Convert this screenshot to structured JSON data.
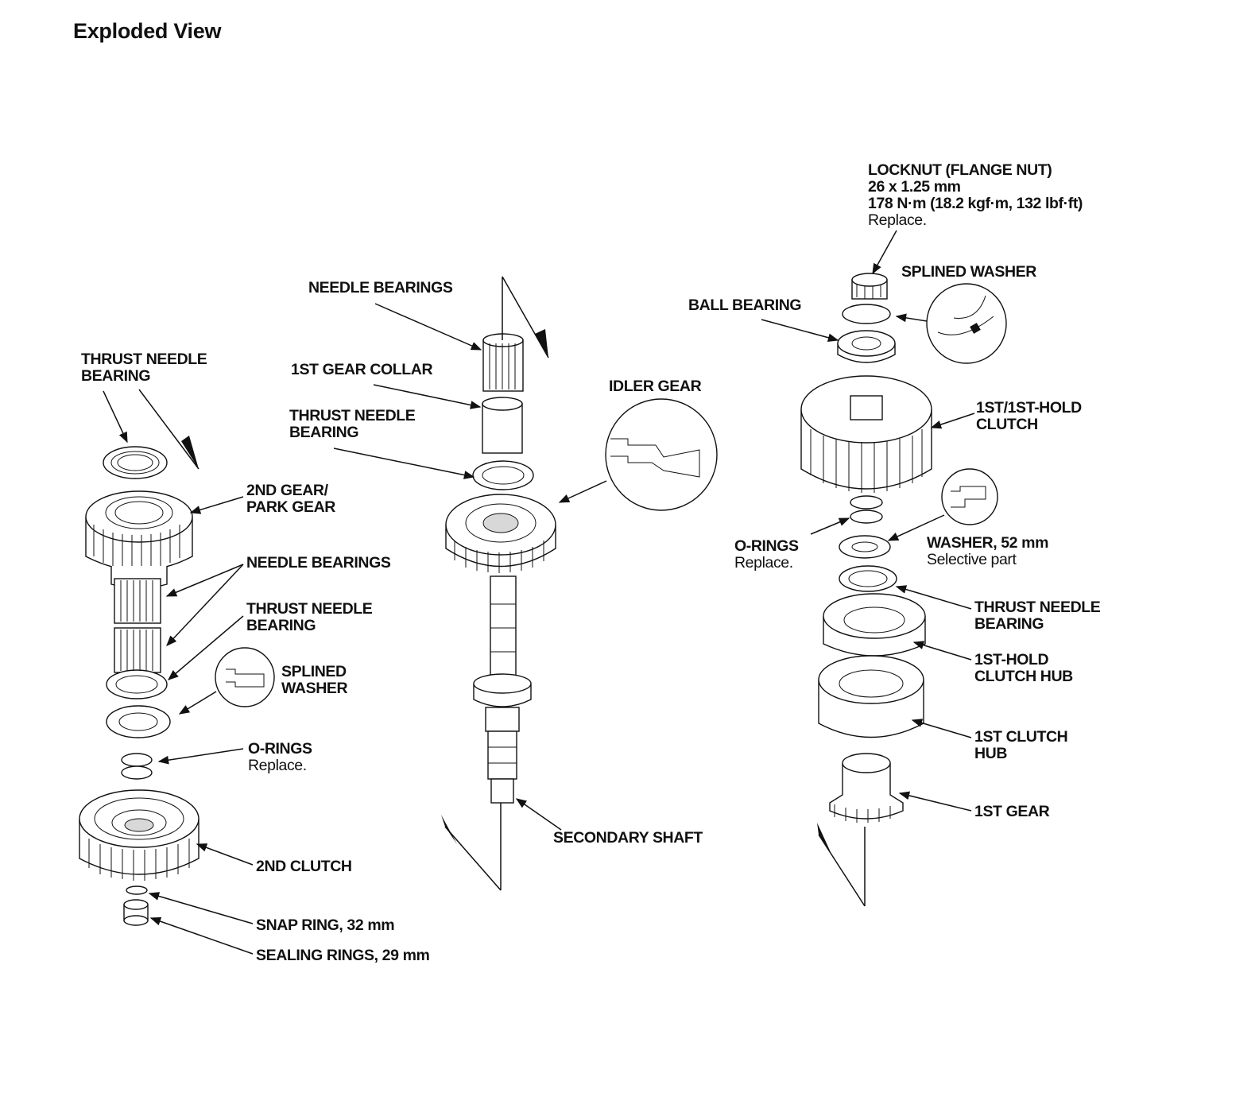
{
  "page_title": "Exploded View",
  "labels": {
    "locknut": {
      "name": "LOCKNUT (FLANGE NUT)",
      "size": "26 x 1.25 mm",
      "torque": "178 N·m (18.2 kgf·m, 132 lbf·ft)",
      "note": "Replace."
    },
    "splined_washer_right": "SPLINED WASHER",
    "ball_bearing": "BALL BEARING",
    "needle_bearings_top": "NEEDLE BEARINGS",
    "first_gear_collar": "1ST GEAR COLLAR",
    "thrust_needle_bearing_mid": [
      "THRUST NEEDLE",
      "BEARING"
    ],
    "idler_gear": "IDLER GEAR",
    "thrust_needle_bearing_left_top": [
      "THRUST NEEDLE",
      "BEARING"
    ],
    "second_gear": [
      "2ND GEAR/",
      "PARK GEAR"
    ],
    "needle_bearings_left": "NEEDLE BEARINGS",
    "thrust_needle_bearing_left_mid": [
      "THRUST NEEDLE",
      "BEARING"
    ],
    "splined_washer_left": [
      "SPLINED",
      "WASHER"
    ],
    "o_rings_left": {
      "name": "O-RINGS",
      "note": "Replace."
    },
    "second_clutch": "2ND CLUTCH",
    "snap_ring": "SNAP RING, 32 mm",
    "sealing_rings": "SEALING RINGS, 29 mm",
    "secondary_shaft": "SECONDARY SHAFT",
    "first_hold_clutch": [
      "1ST/1ST-HOLD",
      "CLUTCH"
    ],
    "o_rings_right": {
      "name": "O-RINGS",
      "note": "Replace."
    },
    "washer_52": {
      "name": "WASHER, 52 mm",
      "note": "Selective part"
    },
    "thrust_needle_bearing_right": [
      "THRUST NEEDLE",
      "BEARING"
    ],
    "first_hold_clutch_hub": [
      "1ST-HOLD",
      "CLUTCH HUB"
    ],
    "first_clutch_hub": [
      "1ST CLUTCH",
      "HUB"
    ],
    "first_gear": "1ST GEAR"
  }
}
